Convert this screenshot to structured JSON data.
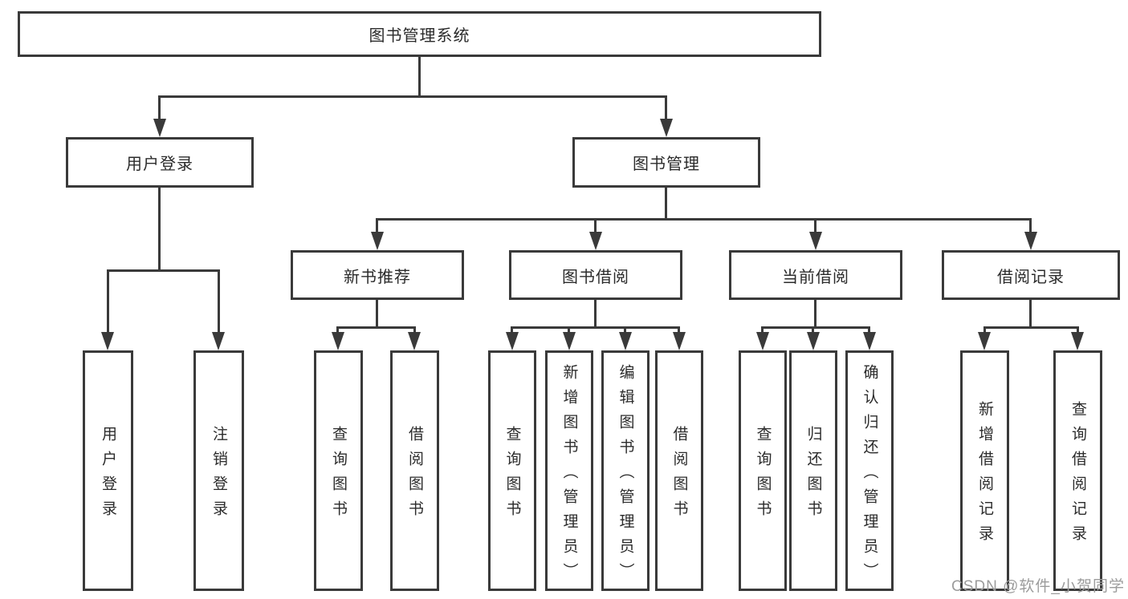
{
  "diagram": {
    "root": {
      "label": "图书管理系统",
      "children": [
        {
          "label": "用户登录",
          "children": [
            {
              "label": "用户登录"
            },
            {
              "label": "注销登录"
            }
          ]
        },
        {
          "label": "图书管理",
          "children": [
            {
              "label": "新书推荐",
              "children": [
                {
                  "label": "查询图书"
                },
                {
                  "label": "借阅图书"
                }
              ]
            },
            {
              "label": "图书借阅",
              "children": [
                {
                  "label": "查询图书"
                },
                {
                  "label": "新增图书（管理员）"
                },
                {
                  "label": "编辑图书（管理员）"
                },
                {
                  "label": "借阅图书"
                }
              ]
            },
            {
              "label": "当前借阅",
              "children": [
                {
                  "label": "查询图书"
                },
                {
                  "label": "归还图书"
                },
                {
                  "label": "确认归还（管理员）"
                }
              ]
            },
            {
              "label": "借阅记录",
              "children": [
                {
                  "label": "新增借阅记录"
                },
                {
                  "label": "查询借阅记录"
                }
              ]
            }
          ]
        }
      ]
    }
  },
  "watermark": {
    "text": "CSDN @软件_小贺同学"
  },
  "colors": {
    "line": "#3a3a3a",
    "text": "#2b2b2b",
    "watermark": "#9c9c9c",
    "background": "#ffffff"
  }
}
